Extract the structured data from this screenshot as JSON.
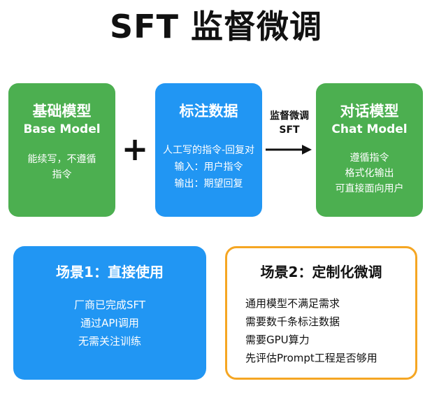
{
  "title": "SFT 监督微调",
  "base_box": {
    "title_cn": "基础模型",
    "title_en": "Base Model",
    "desc": "能续写，不遵循指令",
    "color": "#4caf50"
  },
  "label_box": {
    "title_cn": "标注数据",
    "lines": [
      "人工写的指令-回复对",
      "输入：用户指令",
      "输出：期望回复"
    ],
    "color": "#2196f3"
  },
  "chat_box": {
    "title_cn": "对话模型",
    "title_en": "Chat Model",
    "lines": [
      "遵循指令",
      "格式化输出",
      "可直接面向用户"
    ],
    "color": "#4caf50"
  },
  "plus_symbol": "+",
  "arrow": {
    "label_line1": "监督微调",
    "label_line2": "SFT"
  },
  "scene1": {
    "title": "场景1：直接使用",
    "lines": [
      "厂商已完成SFT",
      "通过API调用",
      "无需关注训练"
    ],
    "color": "#2196f3"
  },
  "scene2": {
    "title": "场景2：定制化微调",
    "lines": [
      "通用模型不满足需求",
      "需要数千条标注数据",
      "需要GPU算力",
      "先评估Prompt工程是否够用"
    ],
    "border_color": "#f5a623"
  }
}
